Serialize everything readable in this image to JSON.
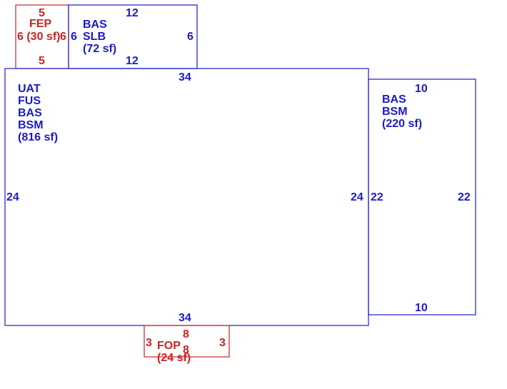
{
  "colors": {
    "blue": "#1a1acc",
    "red": "#cc2222"
  },
  "areas": [
    {
      "key": "fep",
      "color": "red",
      "lines": [
        "FEP",
        "6 (30 sf)"
      ],
      "dims": {
        "top": "5",
        "bottom": "5",
        "left": "6",
        "right": "6"
      }
    },
    {
      "key": "bas-slb",
      "color": "blue",
      "lines": [
        "BAS",
        "SLB",
        "(72 sf)"
      ],
      "dims": {
        "top": "12",
        "bottom": "12",
        "left": "6",
        "right": "6"
      }
    },
    {
      "key": "main",
      "color": "blue",
      "lines": [
        "UAT",
        "FUS",
        "BAS",
        "BSM",
        "(816 sf)"
      ],
      "dims": {
        "top": "34",
        "bottom": "34",
        "left": "24",
        "right": "24"
      }
    },
    {
      "key": "bas-bsm",
      "color": "blue",
      "lines": [
        "BAS",
        "BSM",
        "(220 sf)"
      ],
      "dims": {
        "top": "10",
        "bottom": "10",
        "left": "22",
        "right": "22"
      }
    },
    {
      "key": "fop",
      "color": "red",
      "lines": [
        "FOP",
        "(24 sf)"
      ],
      "dims": {
        "top": "8",
        "bottom": "8",
        "left": "3",
        "right": "3"
      }
    }
  ]
}
